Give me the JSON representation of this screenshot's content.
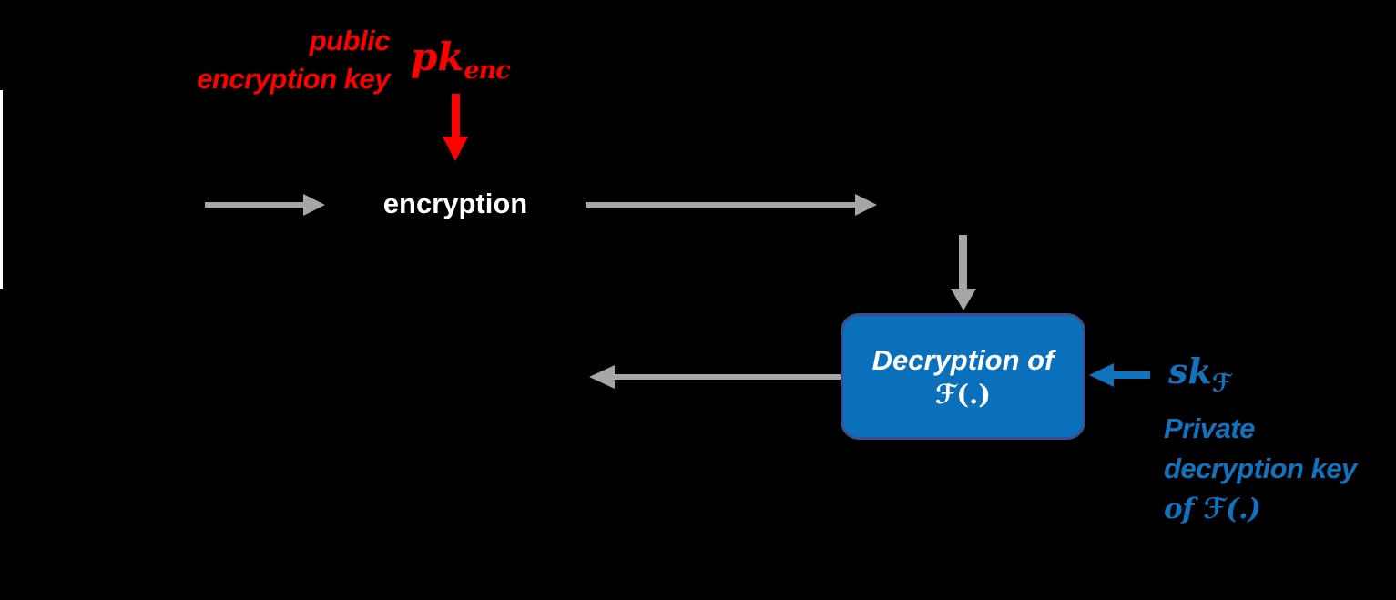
{
  "colors": {
    "background": "#000000",
    "red": "#FF0000",
    "gray": "#A6A6A6",
    "blue": "#1173BE",
    "box_fill": "#0A70BC",
    "box_border": "#3E4E8A",
    "white": "#FFFFFF"
  },
  "annotations": {
    "public_key_note": {
      "line1": "public",
      "line2": "encryption key"
    },
    "pk_math": {
      "base": "pk",
      "sub": "enc"
    },
    "sk_math": {
      "base": "sk",
      "sub": "ℱ"
    },
    "private_key_note": {
      "line1": "Private",
      "line2": "decryption key",
      "line3": "of ℱ(.)"
    }
  },
  "nodes": {
    "encryption_label": "encryption",
    "decryption_box": {
      "line1": "Decryption of",
      "line2": "ℱ(.)"
    }
  },
  "icons": {
    "public_key_arrow": "red-arrow-down",
    "input_arrow": "gray-arrow-right",
    "ciphertext_arrow": "gray-arrow-right",
    "to_decryption_arrow": "gray-arrow-down",
    "result_arrow": "gray-arrow-left",
    "secret_key_arrow": "blue-arrow-left"
  }
}
